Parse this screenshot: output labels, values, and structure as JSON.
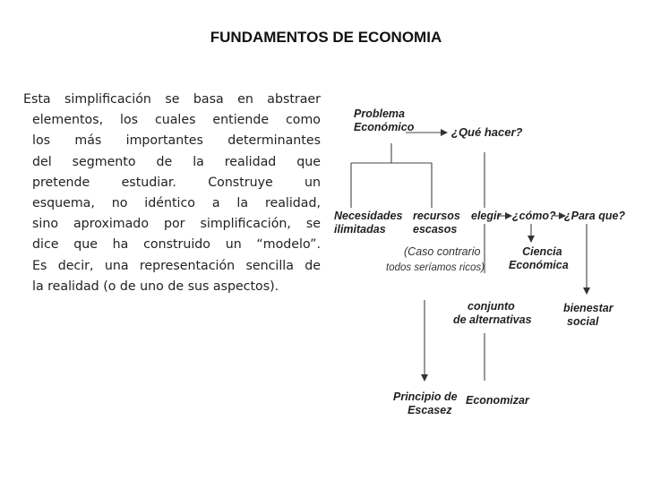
{
  "title": "FUNDAMENTOS DE  ECONOMIA",
  "paragraph_lines": [
    "Esta simplificación se basa en abstraer",
    "elementos, los cuales entiende como",
    "los más importantes determinantes",
    "del segmento de la realidad que",
    "pretende estudiar. Construye un",
    "esquema, no idéntico a la realidad,",
    "sino aproximado por simplificación, se",
    "dice que ha construido un “modelo”.",
    "Es decir, una representación sencilla de",
    "la realidad (o de uno de sus aspectos)."
  ],
  "diagram": {
    "problema_line1": "Problema",
    "problema_line2": "Económico",
    "que_hacer": "¿Qué hacer?",
    "necesidades_line1": "Necesidades",
    "necesidades_line2": "ilimitadas",
    "recursos_line1": "recursos",
    "recursos_line2": "escasos",
    "caso_line1": "(Caso contrario",
    "caso_line2": "todos seríamos ricos)",
    "elegir": "elegir",
    "como": "¿cómo?",
    "para_que": "¿Para que?",
    "ciencia_line1": "Ciencia",
    "ciencia_line2": "Económica",
    "conjunto_line1": "conjunto",
    "conjunto_line2": "de alternativas",
    "bienestar_line1": "bienestar",
    "bienestar_line2": "social",
    "principio_line1": "Principio de",
    "principio_line2": "Escasez",
    "economizar": "Economizar"
  }
}
